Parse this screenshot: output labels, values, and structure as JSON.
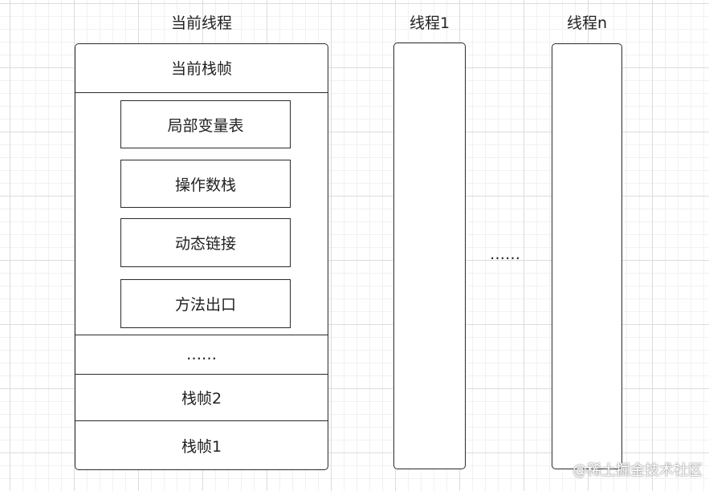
{
  "columns": {
    "current_thread": {
      "title": "当前线程"
    },
    "thread_1": {
      "title": "线程1"
    },
    "thread_n": {
      "title": "线程n"
    }
  },
  "current_thread_stack": {
    "current_frame": "当前栈帧",
    "frame_parts": [
      "局部变量表",
      "操作数栈",
      "动态链接",
      "方法出口"
    ],
    "ellipsis": "……",
    "frame_2": "栈帧2",
    "frame_1": "栈帧1"
  },
  "between_threads_ellipsis": "……",
  "watermark": "@稀土掘金技术社区",
  "colors": {
    "border": "#2b2b2b",
    "grid": "#dcdcdc",
    "background": "#ffffff"
  }
}
